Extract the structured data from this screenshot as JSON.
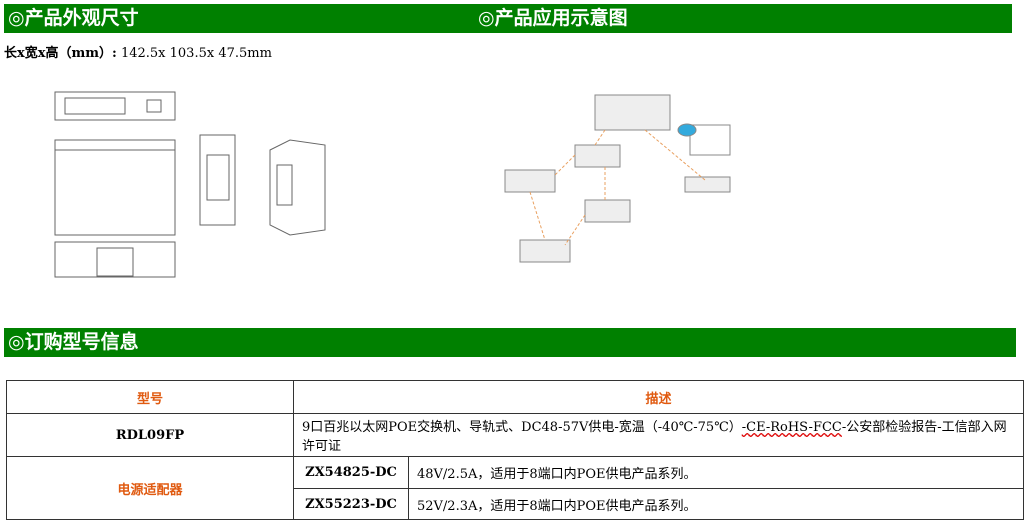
{
  "headers": {
    "dimensions": "◎产品外观尺寸",
    "application": "◎产品应用示意图",
    "ordering": "◎订购型号信息"
  },
  "dimensions": {
    "label": "长x宽x高（mm）:",
    "value": "142.5x 103.5x 47.5mm"
  },
  "table": {
    "col_model": "型号",
    "col_desc": "描述",
    "product_model": "RDL09FP",
    "product_desc_a": "9口百兆以太网POE交换机、导轨式、DC48-57V供电-宽温（-40℃-75℃）",
    "product_desc_b": "-CE-RoHS-FCC",
    "product_desc_c": "-公安部检验报告-工信部入网许可证",
    "adapter_label": "电源适配器",
    "adapters": [
      {
        "model": "ZX54825-DC",
        "desc": "48V/2.5A，适用于8端口内POE供电产品系列。"
      },
      {
        "model": "ZX55223-DC",
        "desc": "52V/2.3A，适用于8端口内POE供电产品系列。"
      }
    ]
  }
}
